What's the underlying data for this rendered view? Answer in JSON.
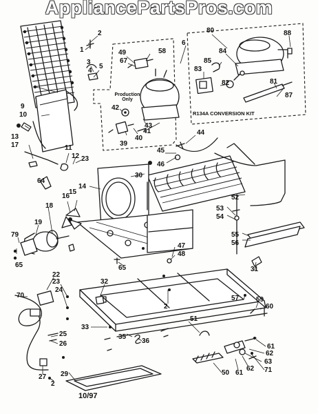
{
  "watermark": "AppliancePartsPros.com",
  "production_note": "Production\nOnly",
  "conversion_kit_label": "R134A CONVERSION KIT",
  "date_code": "10/97",
  "callouts": {
    "c2a": "2",
    "c1": "1",
    "c3": "3",
    "c4": "4",
    "c5": "5",
    "c6": "6",
    "c9": "9",
    "c10": "10",
    "c11": "11",
    "c12": "12",
    "c13": "13",
    "c17": "17",
    "c23a": "23",
    "c49": "49",
    "c58": "58",
    "c67": "67",
    "c80": "80",
    "c84": "84",
    "c85": "85",
    "c88": "88",
    "c83": "83",
    "c82": "82",
    "c81": "81",
    "c87": "87",
    "c42": "42",
    "c41": "41",
    "c43": "43",
    "c40": "40",
    "c39": "39",
    "c44": "44",
    "c45": "45",
    "c46": "46",
    "c64": "64",
    "c14": "14",
    "c30": "30",
    "c15": "15",
    "c16": "16",
    "c18": "18",
    "c19": "19",
    "c79": "79",
    "c65a": "65",
    "c52": "52",
    "c53": "53",
    "c54": "54",
    "c55": "55",
    "c56": "56",
    "c47": "47",
    "c48": "48",
    "c65b": "65",
    "c31": "31",
    "c22": "22",
    "c23b": "23",
    "c24": "24",
    "c70": "70",
    "c32": "32",
    "c57": "57",
    "c59": "59",
    "c60": "60",
    "c2b": "2",
    "c51": "51",
    "c33": "33",
    "c25": "25",
    "c26": "26",
    "c35": "35",
    "c36": "36",
    "c61a": "61",
    "c62a": "62",
    "c63": "63",
    "c71": "71",
    "c50": "50",
    "c61b": "61",
    "c62b": "62",
    "c27": "27",
    "c2c": "2",
    "c29": "29"
  }
}
